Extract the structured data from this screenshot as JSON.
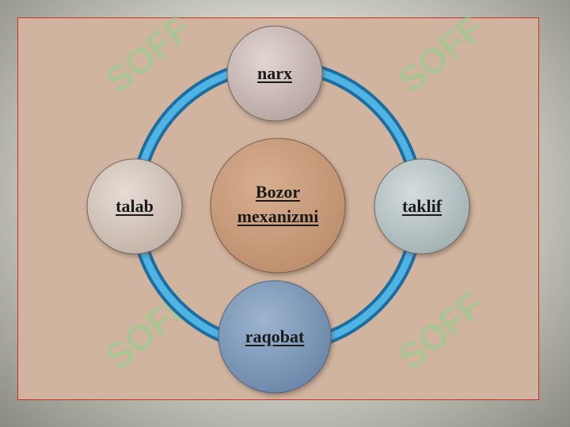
{
  "diagram": {
    "center": {
      "label_line1": "Bozor",
      "label_line2": "mexanizmi",
      "color": "#c89c7c"
    },
    "nodes": {
      "top": {
        "label": "narx",
        "color": "#c8b8b4"
      },
      "right": {
        "label": "taklif",
        "color": "#b7c3c4"
      },
      "bottom": {
        "label": "raqobat",
        "color": "#7c98b8"
      },
      "left": {
        "label": "talab",
        "color": "#d3c6bc"
      }
    },
    "ring_color": "#2f8fc8",
    "panel_color": "#d0b4a0",
    "border_color": "#c8302c"
  },
  "watermark": {
    "text": "SOFF",
    "color": "#8fd08a"
  }
}
